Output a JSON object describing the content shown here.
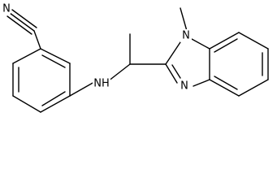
{
  "molecule": {
    "atoms": {
      "nitrile_n": "N",
      "amine": "NH",
      "ring_n_methyl": "N",
      "ring_n": "N"
    }
  },
  "colors": {
    "bond": "#000000",
    "label": "#000000",
    "background": "#ffffff"
  }
}
